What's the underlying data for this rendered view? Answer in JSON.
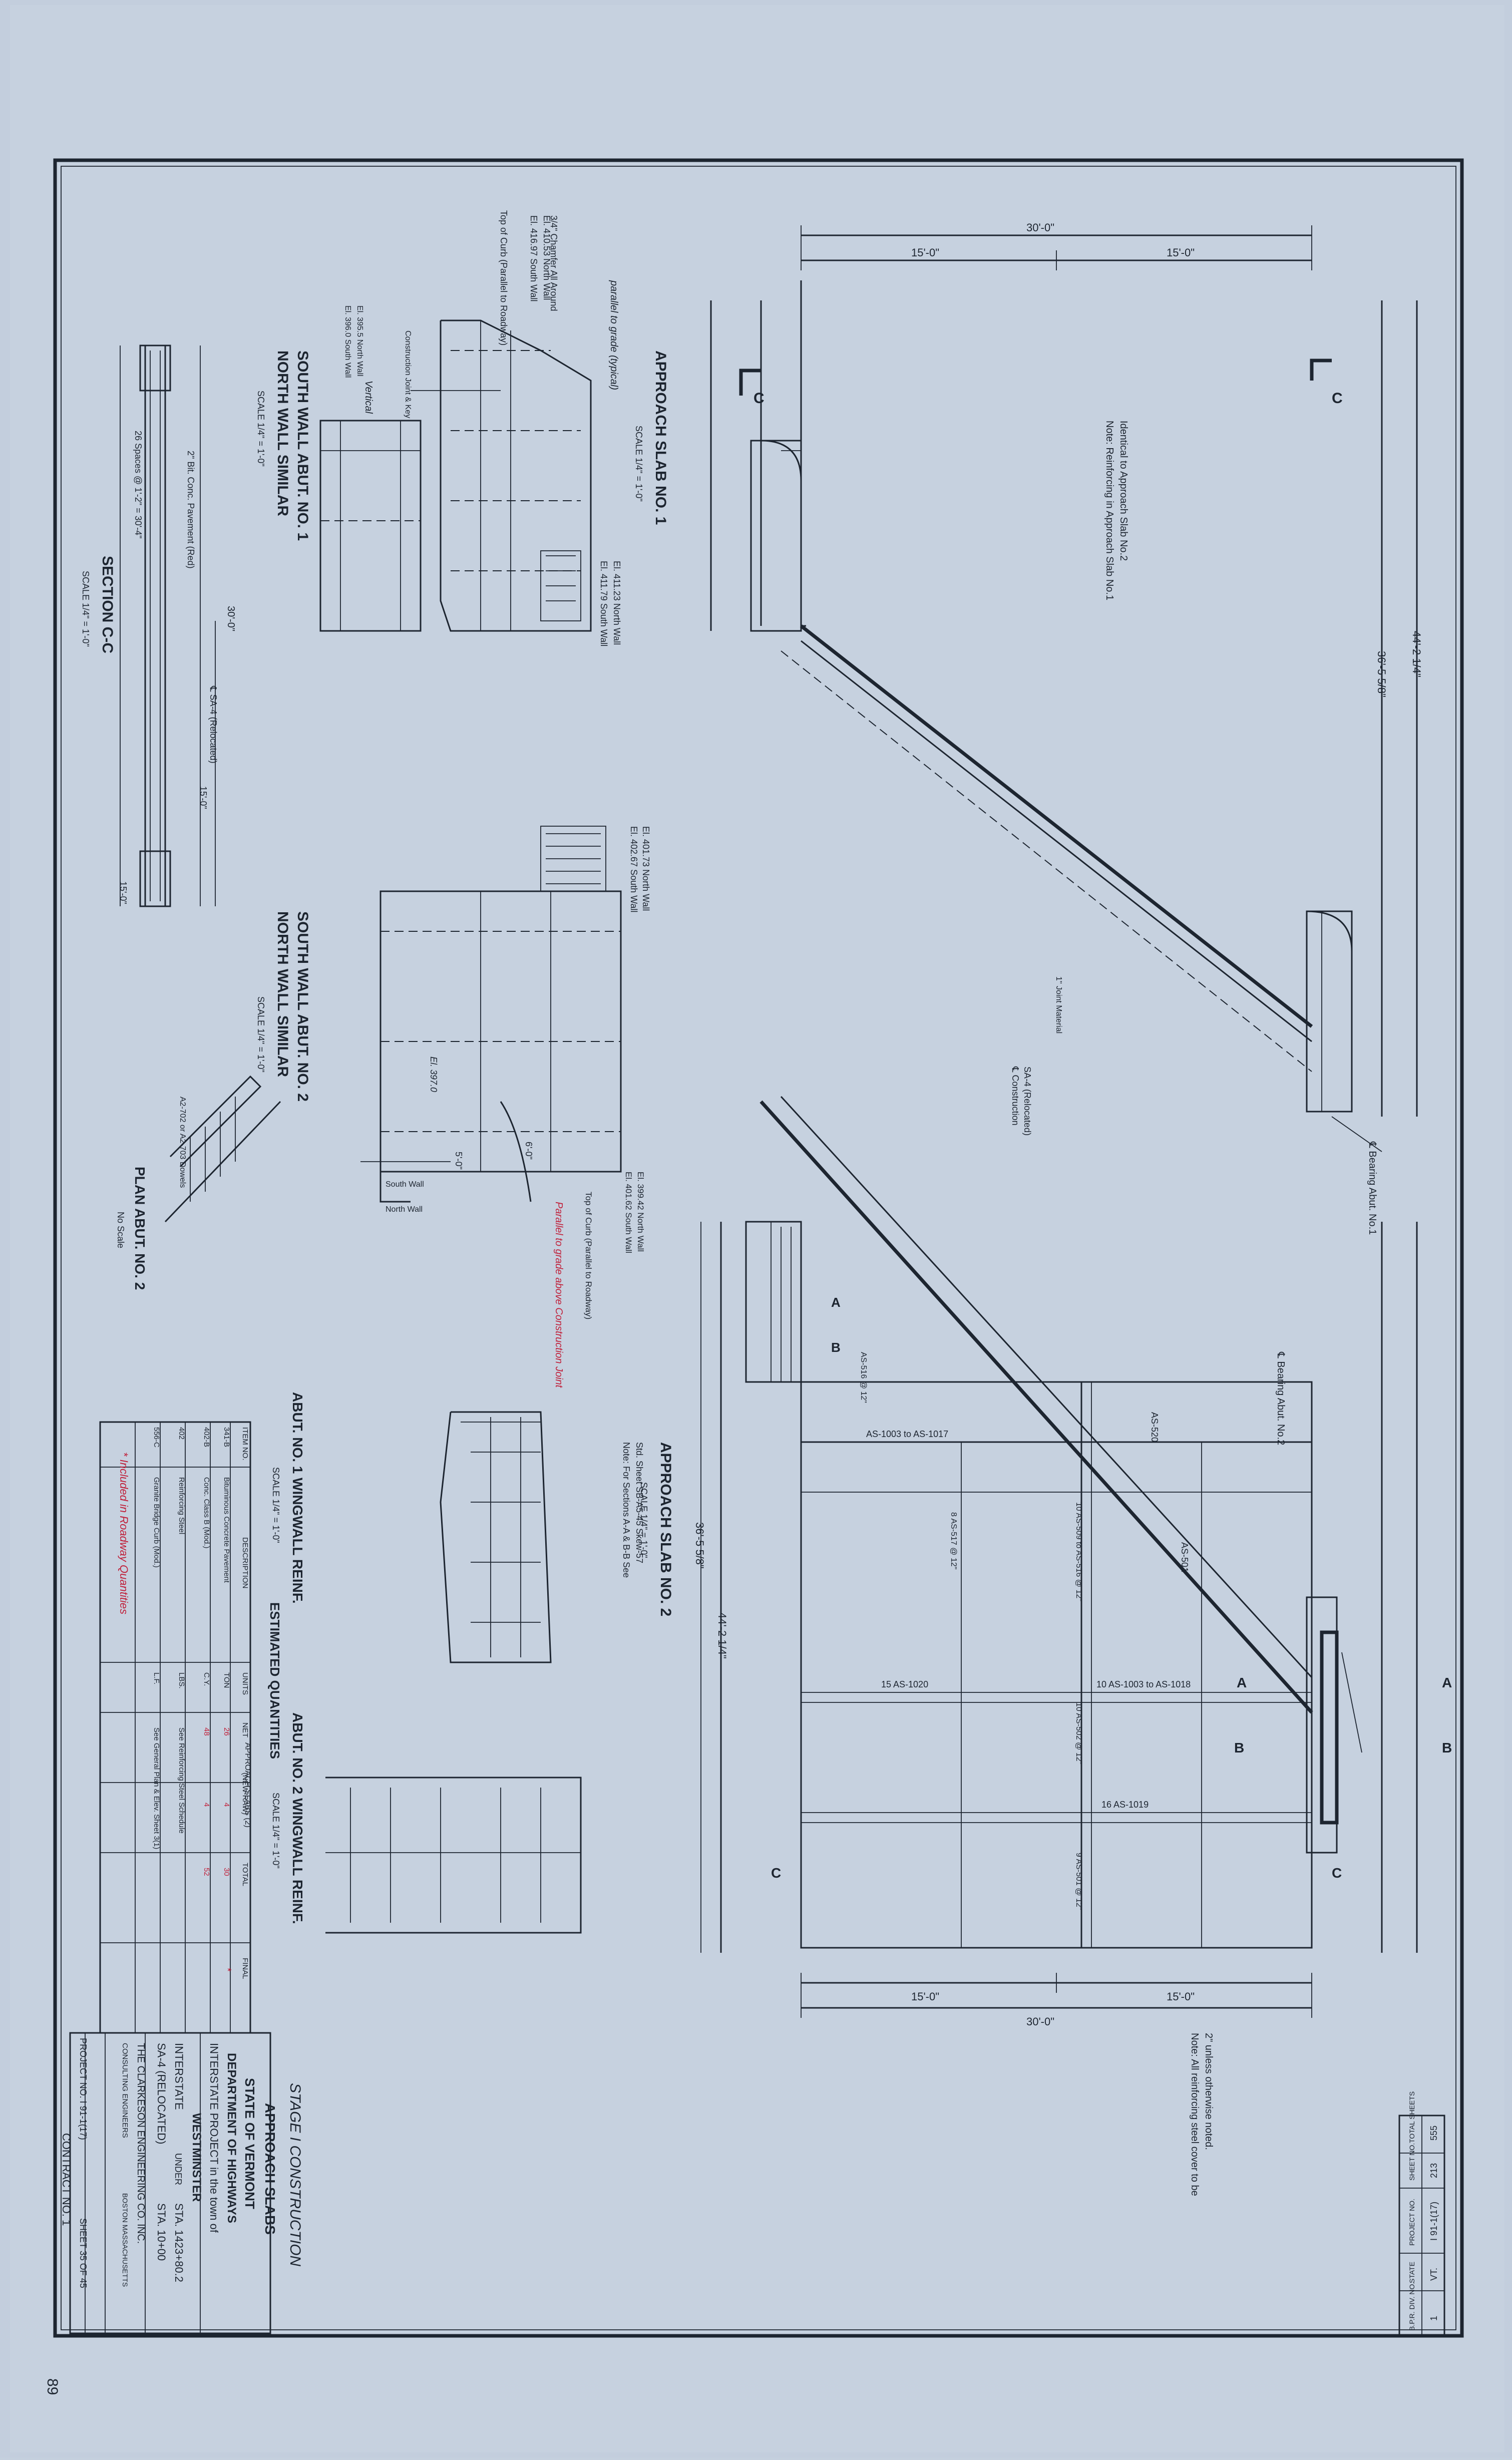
{
  "plan": {
    "dim_30": "30'-0\"",
    "dim_15a": "15'-0\"",
    "dim_15b": "15'-0\"",
    "dim_44": "44'-2 1/4\"",
    "dim_36": "36'-5 5/8\"",
    "note1": "Note: Reinforcing in Approach Slab No.1",
    "note2": "Identical to Approach Slab No.2",
    "note3": "Note: All reinforcing steel cover to be",
    "note4": "2\" unless otherwise noted.",
    "bearing1": "℄ Bearing Abut. No.1",
    "bearing2": "℄ Bearing Abut. No.2",
    "construction_joint": "℄ Construction",
    "sa4_relocated": "SA-4 (Relocated)",
    "joint_material": "1\" Joint Material",
    "as520": "AS-520",
    "as501": "AS-501",
    "as1003_1017": "AS-1003 to AS-1017",
    "as1003_1018": "10 AS-1003 to AS-1018",
    "as1020": "15 AS-1020",
    "as1019": "16 AS-1019",
    "as517": "8 AS-517 @ 12\"",
    "as509": "10 AS-509 to AS-516 @ 12\"",
    "as502": "10 AS-502 @ 12\"",
    "as501b": "9 AS-501 @ 12\"",
    "as516": "AS-516 @ 12\"",
    "section_a": "A",
    "section_b": "B",
    "section_c": "C"
  },
  "approach_slab_1": {
    "title": "APPROACH SLAB NO. 1",
    "scale": "SCALE 1/4\" = 1'-0\"",
    "parallel_to_grade": "parallel to grade (typical)",
    "chamfer": "3/4\" Chamfer All Around",
    "el_south": "El. 416.97 South Wall",
    "el_north": "El. 410.53 North Wall",
    "top_of_curb": "Top of Curb (Parallel to Roadway)",
    "el_south2": "El. 411.79 South Wall",
    "el_north2": "El. 411.23 North Wall",
    "vertical": "Vertical",
    "construction_key": "Construction Joint & Key",
    "el_bottom_s": "El. 396.0 South Wall",
    "el_bottom_n": "El. 395.5 North Wall"
  },
  "south_wall_1": {
    "title1": "SOUTH WALL ABUT. NO. 1",
    "title2": "NORTH WALL SIMILAR",
    "scale": "SCALE 1/4\" = 1'-0\""
  },
  "section_cc": {
    "title": "SECTION C-C",
    "scale": "SCALE 1/4\" = 1'-0\"",
    "dim30": "30'-0\"",
    "pavement": "2\" Bit. Conc. Pavement (Red)",
    "spaces": "26 Spaces @ 1'-2\" = 30'-4\"",
    "relocated": "℄ SA-4 (Relocated)",
    "dim15a": "15'-0\"",
    "dim15b": "15'-0\""
  },
  "south_wall_2": {
    "title1": "SOUTH WALL ABUT. NO. 2",
    "title2": "NORTH WALL SIMILAR",
    "scale": "SCALE 1/4\" = 1'-0\"",
    "el": "El. 402.67 South Wall",
    "el2": "El. 401.73 North Wall",
    "el3": "El. 397.0",
    "south_wall": "South Wall",
    "north_wall": "North Wall",
    "dim5": "5'-0\"",
    "dim6": "6'-0\"",
    "top_of_curb": "Top of Curb (Parallel to Roadway)",
    "el4": "El. 401.62 South Wall",
    "el5": "El. 399.42 North Wall",
    "note_red": "Parallel to grade above Construction Joint"
  },
  "plan_abut_2": {
    "title": "PLAN ABUT. NO. 2",
    "scale": "No Scale",
    "dowels": "A2-702 or A2-703 Dowels"
  },
  "approach_slab_2": {
    "title": "APPROACH SLAB NO. 2",
    "scale": "SCALE 1/4\" = 1'-0\"",
    "note1": "Note: For Sections A-A & B-B See",
    "note2": "Std. Sheet SB-A5-45 Skew-57"
  },
  "wingwall1": {
    "title": "ABUT. NO. 1 WINGWALL REINF.",
    "scale": "SCALE 1/4\" = 1'-0\""
  },
  "wingwall2": {
    "title": "ABUT. NO. 2 WINGWALL REINF.",
    "scale": "SCALE 1/4\" = 1'-0\""
  },
  "quantities": {
    "title": "ESTIMATED QUANTITIES",
    "group_header": "APPROACH SLABS (2)",
    "headers": [
      "ITEM NO.",
      "DESCRIPTION",
      "UNITS",
      "NET",
      "(NEW-RAW)",
      "TOTAL",
      "FINAL"
    ],
    "rows": [
      {
        "item": "341-B",
        "desc": "Bituminous Concrete Pavement",
        "unit": "TON",
        "net": "26",
        "neww": "4",
        "total": "30",
        "final": "*"
      },
      {
        "item": "402-B",
        "desc": "Conc. Class B (Mod.)",
        "unit": "C.Y.",
        "net": "48",
        "neww": "4",
        "total": "52",
        "final": ""
      },
      {
        "item": "402",
        "desc": "Reinforcing Steel",
        "unit": "LBS.",
        "net": "See Reinforcing Steel Schedule",
        "neww": "",
        "total": "",
        "final": ""
      },
      {
        "item": "556-C",
        "desc": "Granite Bridge Curb (Mod.)",
        "unit": "L.F.",
        "net": "See General Plan & Elev. Sheet 3(1)",
        "neww": "",
        "total": "",
        "final": ""
      }
    ],
    "footnote": "* Included in Roadway Quantities"
  },
  "title_block": {
    "stage": "STAGE I CONSTRUCTION",
    "sheet_title": "APPROACH SLABS",
    "state": "STATE OF VERMONT",
    "dept": "DEPARTMENT OF HIGHWAYS",
    "project_line": "INTERSTATE PROJECT in the town of",
    "town": "WESTMINSTER",
    "interstate": "INTERSTATE",
    "under": "UNDER",
    "sta1": "STA. 1423+80.2",
    "sa4": "SA-4 (RELOCATED)",
    "sta2": "STA. 10+00",
    "consultant": "THE CLARKESON ENGINEERING CO. INC.",
    "consultant2": "CONSULTING ENGINEERS",
    "city": "BOSTON MASSACHUSETTS",
    "project_no": "PROJECT NO. I 91-1(17)",
    "sheet": "SHEET 35 OF 45",
    "contract": "CONTRACT NO. 1",
    "corner_number": "89"
  },
  "corner_table": {
    "headers": [
      "B.P.R. DIV. NO.",
      "STATE",
      "PROJECT NO.",
      "SHEET NO.",
      "TOTAL SHEETS"
    ],
    "values": [
      "1",
      "VT.",
      "I 91-1(17)",
      "213",
      "555"
    ]
  }
}
